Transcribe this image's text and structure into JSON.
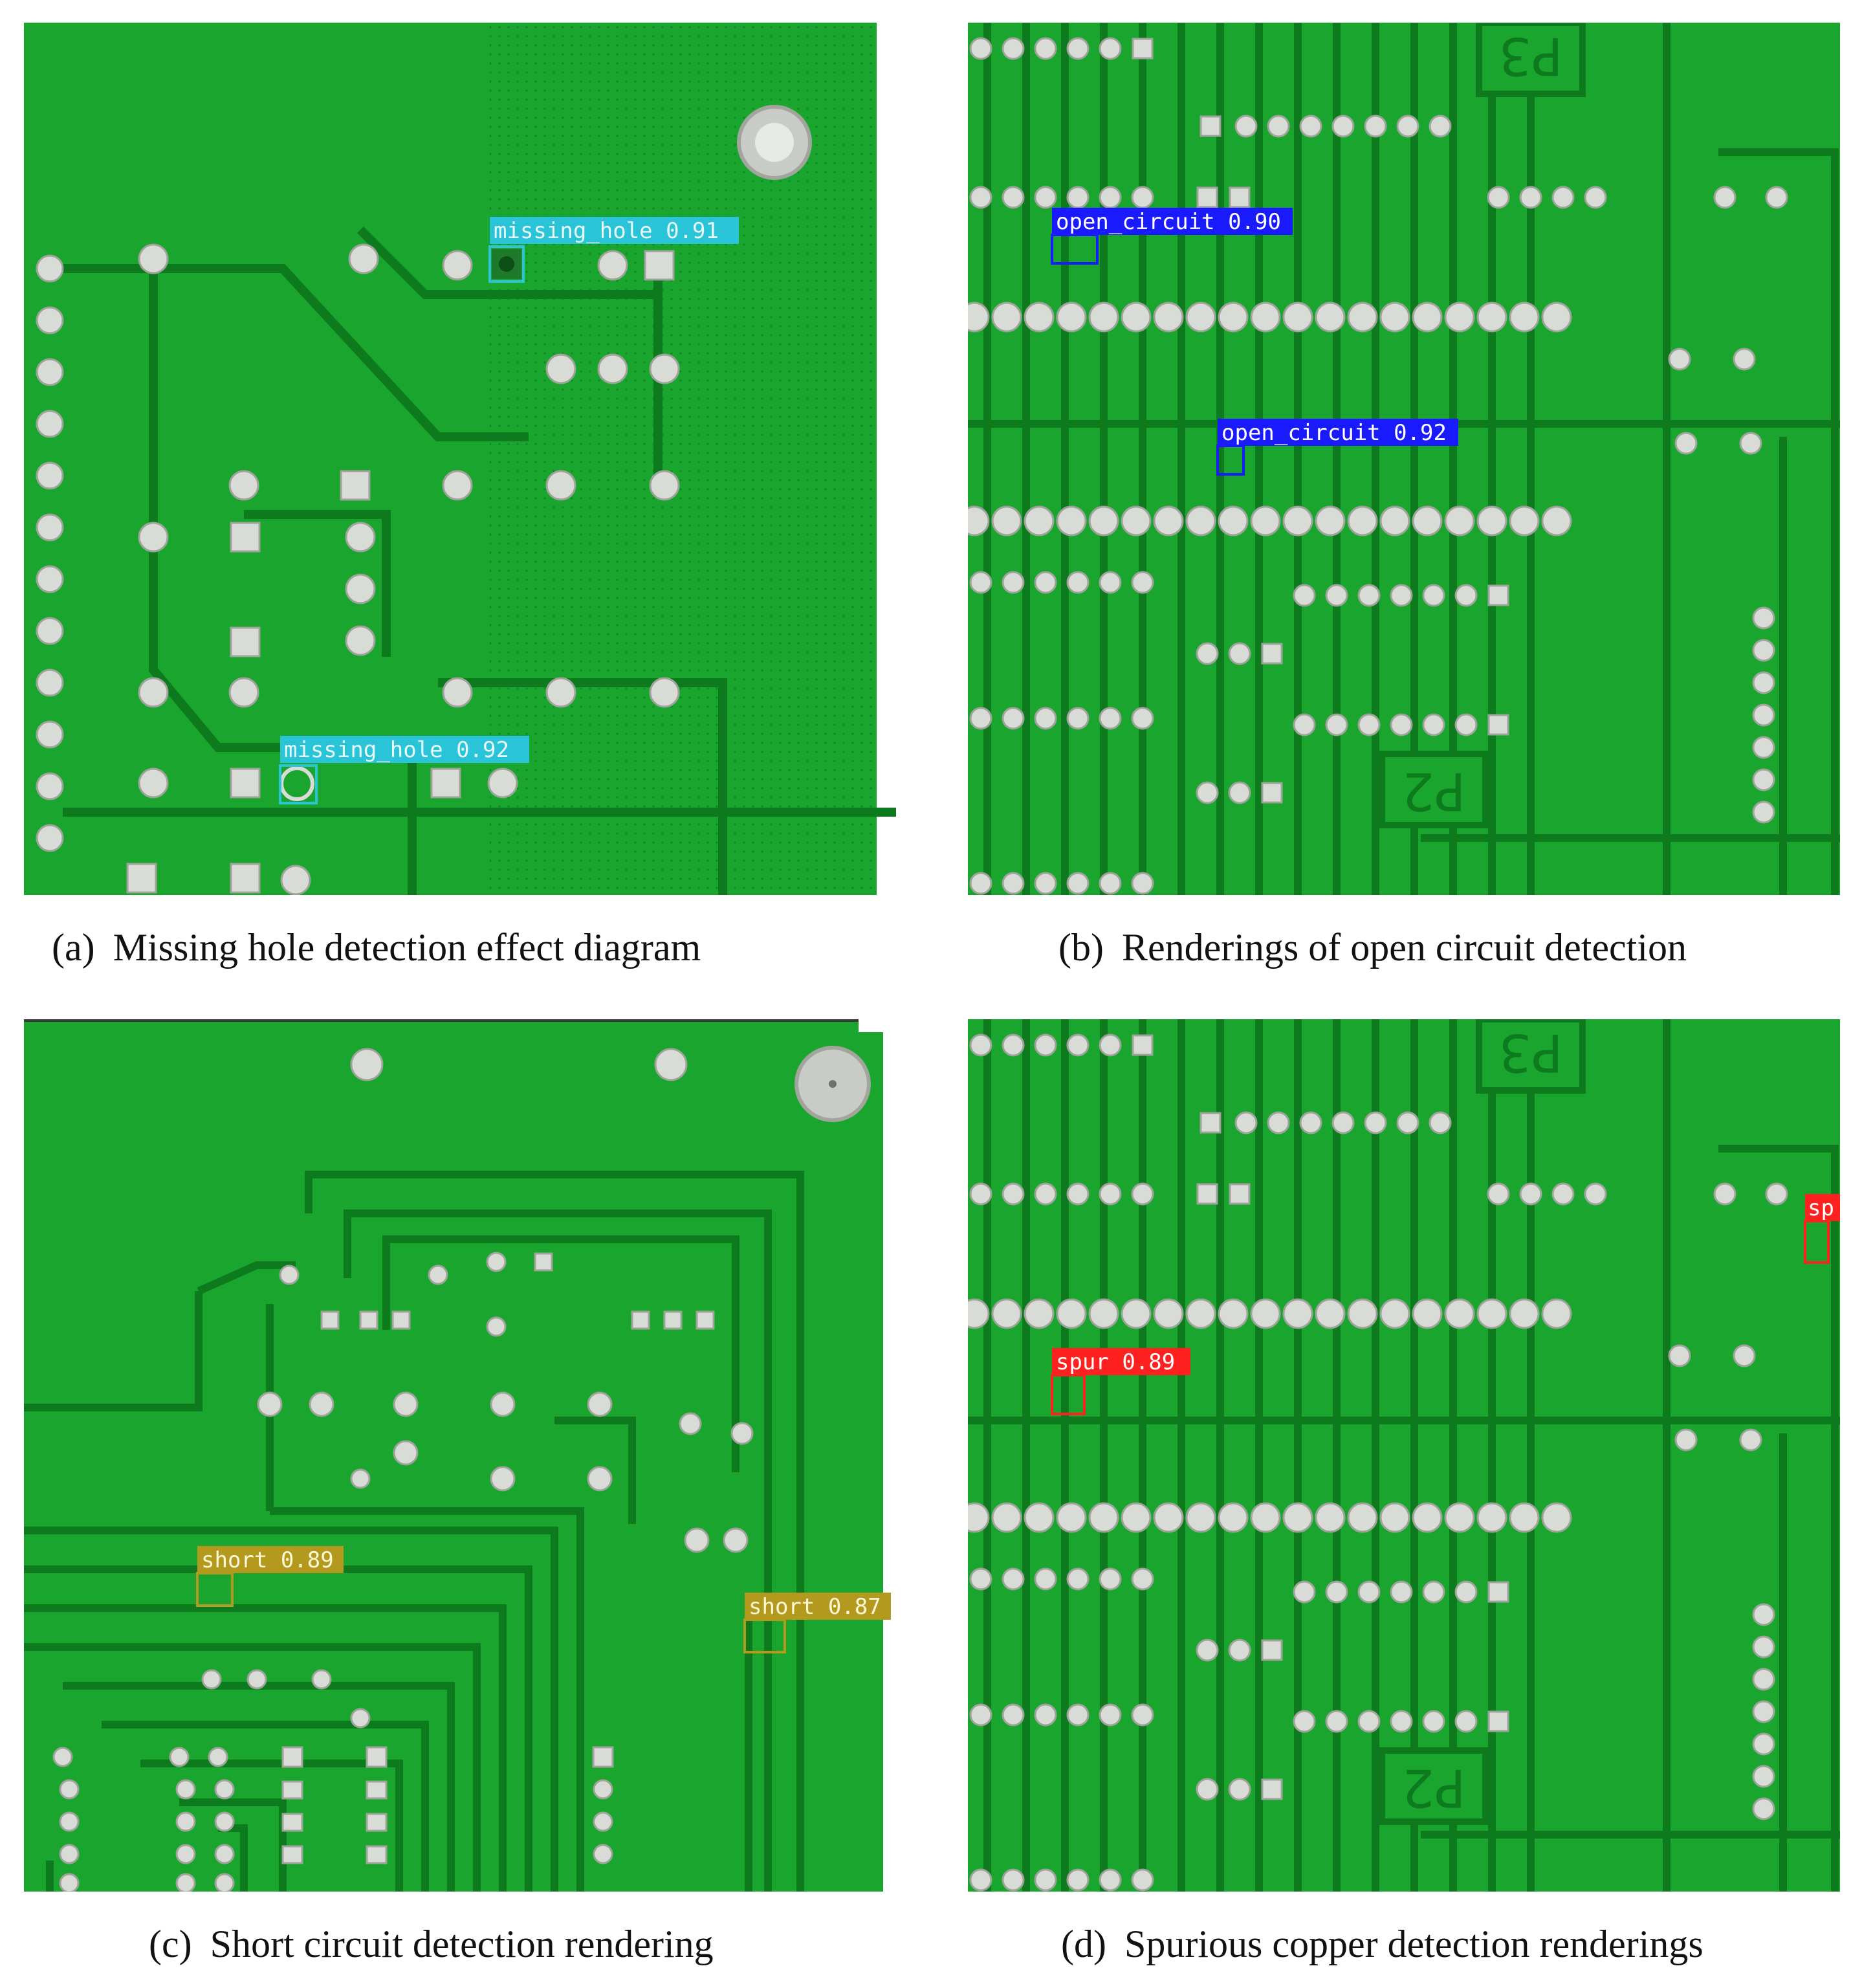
{
  "panels": [
    {
      "tag": "(a)",
      "caption": "Missing hole detection effect diagram",
      "box_color": "#29c4d8",
      "detections": [
        {
          "label": "missing_hole 0.91"
        },
        {
          "label": "missing_hole 0.92"
        }
      ]
    },
    {
      "tag": "(b)",
      "caption": "Renderings of open circuit detection",
      "box_color": "#1a1aff",
      "detections": [
        {
          "label": "open_circuit 0.90"
        },
        {
          "label": "open_circuit 0.92"
        }
      ]
    },
    {
      "tag": "(c)",
      "caption": "Short circuit detection rendering",
      "box_color": "#b39a1e",
      "detections": [
        {
          "label": "short 0.89"
        },
        {
          "label": "short 0.87"
        }
      ]
    },
    {
      "tag": "(d)",
      "caption": "Spurious copper detection renderings",
      "box_color": "#ff2020",
      "detections": [
        {
          "label": "spur 0.89"
        },
        {
          "label": "sp"
        }
      ]
    }
  ],
  "board_labels": {
    "p3": "P3",
    "p2": "P2"
  },
  "colors": {
    "board": "#1aa52f",
    "trace_gap": "#0c7a1d",
    "pad": "#d9dbd6",
    "pad_edge": "#9ea49a"
  }
}
